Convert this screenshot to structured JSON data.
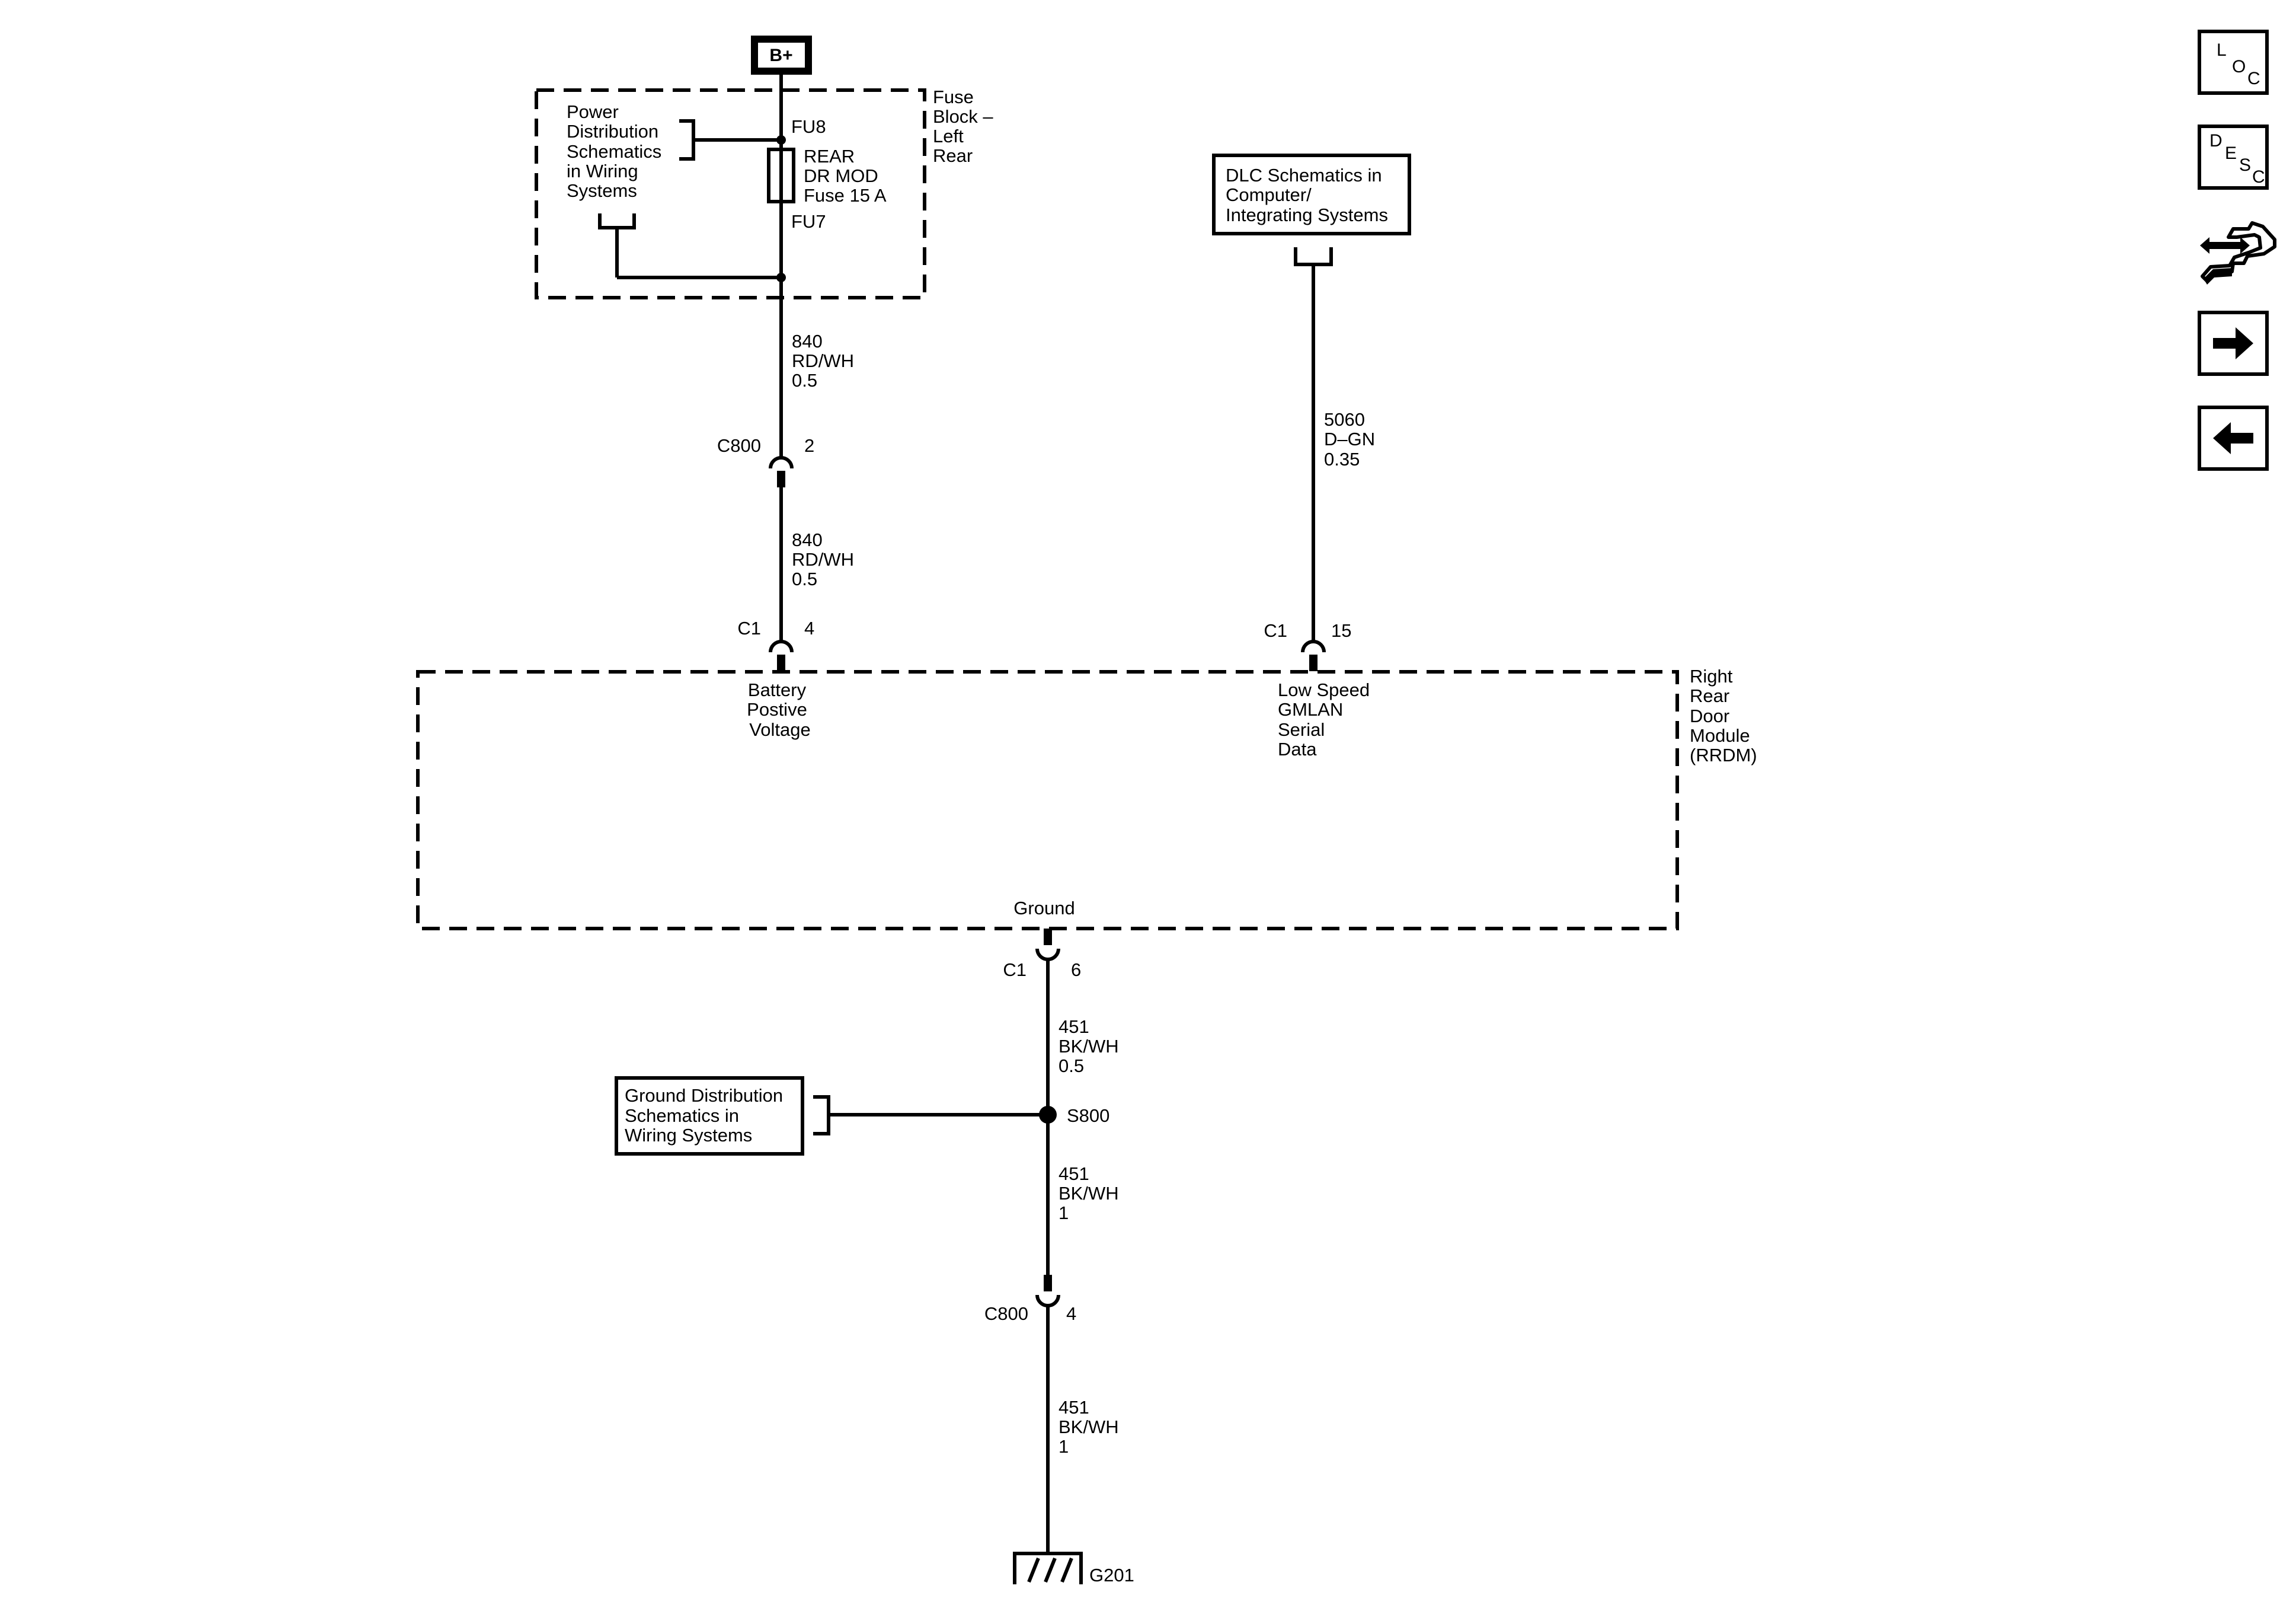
{
  "power": {
    "source": "B+",
    "fuse_block_lines": [
      "Fuse",
      "Block –",
      "Left",
      "Rear"
    ],
    "power_dist_ref_lines": [
      "Power",
      "Distribution",
      "Schematics",
      "in Wiring",
      "Systems"
    ],
    "fuse_in_pin": "FU8",
    "fuse_out_pin": "FU7",
    "fuse_label_lines": [
      "REAR",
      "DR MOD",
      "Fuse 15 A"
    ]
  },
  "wires": {
    "battery_upper": [
      "840",
      "RD/WH",
      "0.5"
    ],
    "battery_lower": [
      "840",
      "RD/WH",
      "0.5"
    ],
    "gmlan": [
      "5060",
      "D–GN",
      "0.35"
    ],
    "ground_upper": [
      "451",
      "BK/WH",
      "0.5"
    ],
    "ground_middle": [
      "451",
      "BK/WH",
      "1"
    ],
    "ground_lower": [
      "451",
      "BK/WH",
      "1"
    ]
  },
  "connectors": {
    "c800_top": {
      "name": "C800",
      "pin": "2"
    },
    "c1_battery": {
      "name": "C1",
      "pin": "4"
    },
    "c1_gmlan": {
      "name": "C1",
      "pin": "15"
    },
    "c1_ground": {
      "name": "C1",
      "pin": "6"
    },
    "c800_bottom": {
      "name": "C800",
      "pin": "4"
    }
  },
  "dlc_ref_lines": [
    "DLC Schematics in",
    "Computer/",
    "Integrating Systems"
  ],
  "module": {
    "name_lines": [
      "Right",
      "Rear",
      "Door",
      "Module",
      "(RRDM)"
    ],
    "battery_circuit_lines": [
      "Battery",
      "Postive",
      "Voltage"
    ],
    "gmlan_circuit_lines": [
      "Low Speed",
      "GMLAN",
      "Serial",
      "Data"
    ],
    "ground_circuit": "Ground"
  },
  "ground": {
    "ref_lines": [
      "Ground Distribution",
      "Schematics in",
      "Wiring Systems"
    ],
    "splice": "S800",
    "ground_point": "G201"
  },
  "nav": {
    "loc": [
      "L",
      "O",
      "C"
    ],
    "desc": [
      "D",
      "E",
      "S",
      "C"
    ],
    "icons": [
      "connector-end-view-icon",
      "arrow-right-icon",
      "arrow-left-icon"
    ]
  }
}
